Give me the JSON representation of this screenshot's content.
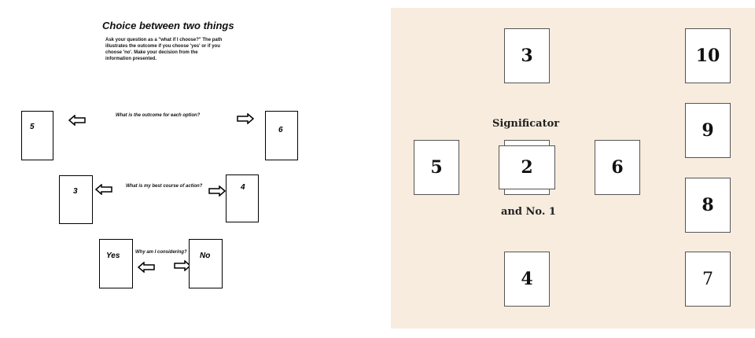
{
  "left_panel": {
    "title": "Choice between two things",
    "intro": "Ask your question as a \"what if I choose?\" The path illustrates the outcome if you choose 'yes' or if you choose 'no'. Make your decision from the information presented.",
    "questions": {
      "outcome": "What is the outcome for each option?",
      "best_course": "What is my best course of action?",
      "why": "Why am I considering?"
    },
    "cards": {
      "c5": "5",
      "c6": "6",
      "c3": "3",
      "c4": "4",
      "yes": "Yes",
      "no": "No"
    }
  },
  "right_panel": {
    "background": "#f7ecde",
    "significator_label": "Significator",
    "and_label": "and No. 1",
    "cards": {
      "c3": "3",
      "c10": "10",
      "c9": "9",
      "c5": "5",
      "c2": "2",
      "c6": "6",
      "c8": "8",
      "c4": "4",
      "c7": "7"
    }
  }
}
